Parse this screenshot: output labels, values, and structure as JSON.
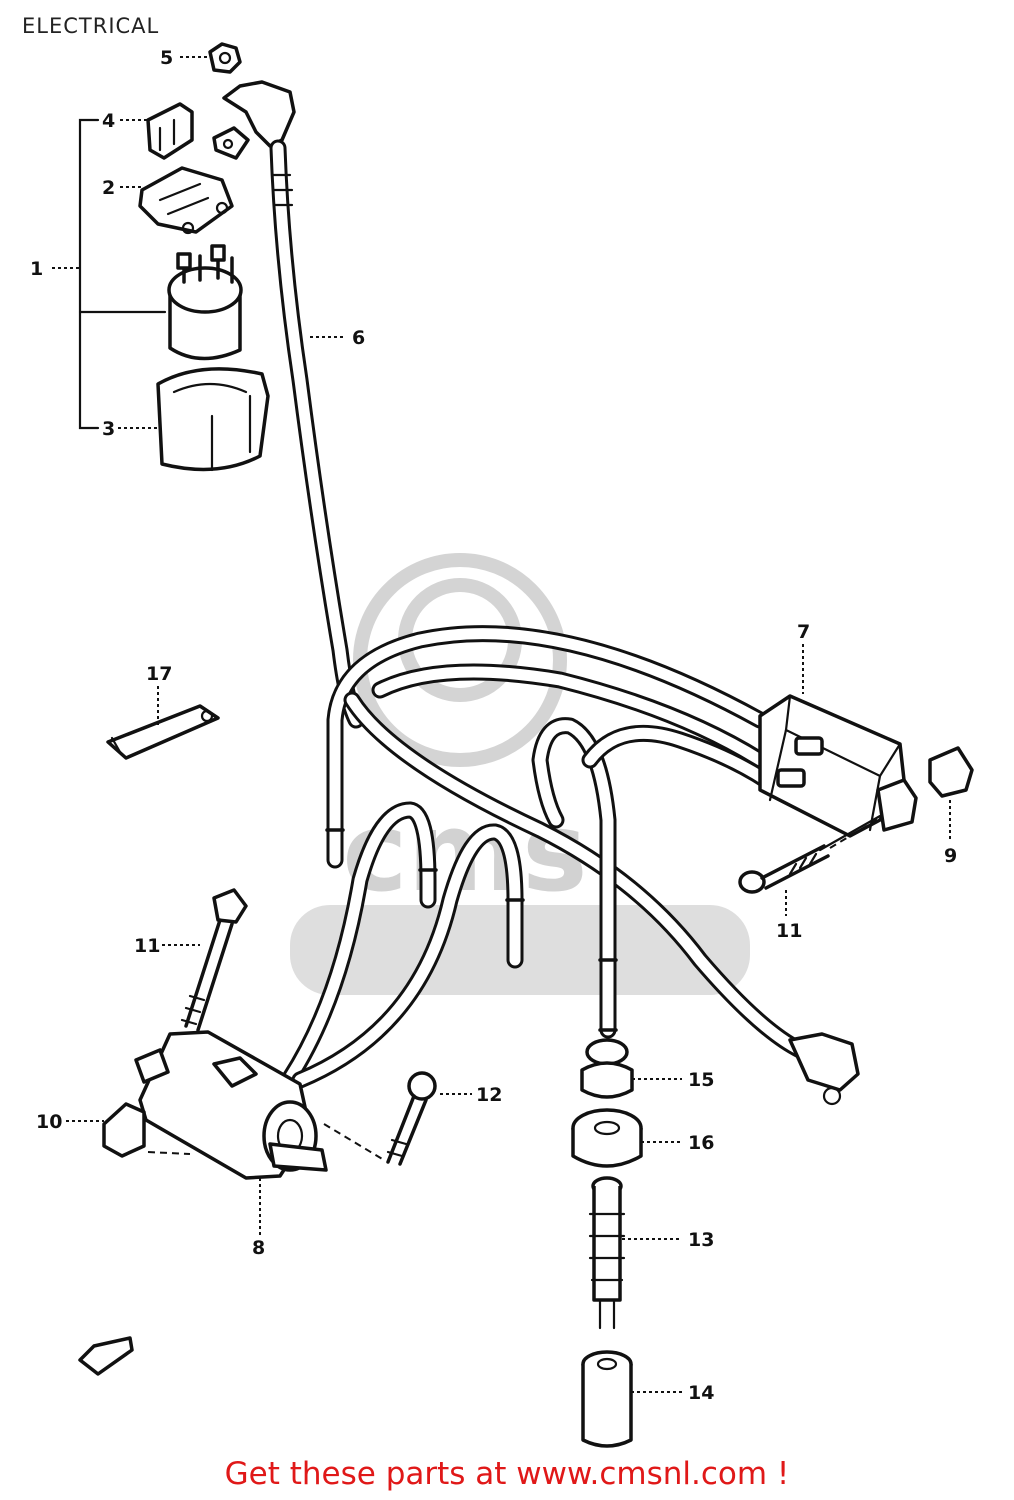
{
  "title": "ELECTRICAL",
  "footer": "Get these parts at www.cmsnl.com !",
  "watermark": "cms",
  "callouts": {
    "p1": "1",
    "p2": "2",
    "p3": "3",
    "p4": "4",
    "p5": "5",
    "p6": "6",
    "p7": "7",
    "p8": "8",
    "p9": "9",
    "p10": "10",
    "p11a": "11",
    "p11b": "11",
    "p12": "12",
    "p13": "13",
    "p14": "14",
    "p15": "15",
    "p16": "16",
    "p17": "17"
  },
  "colors": {
    "line": "#111111",
    "footer": "#e01818",
    "watermark": "#d4d4d4"
  }
}
